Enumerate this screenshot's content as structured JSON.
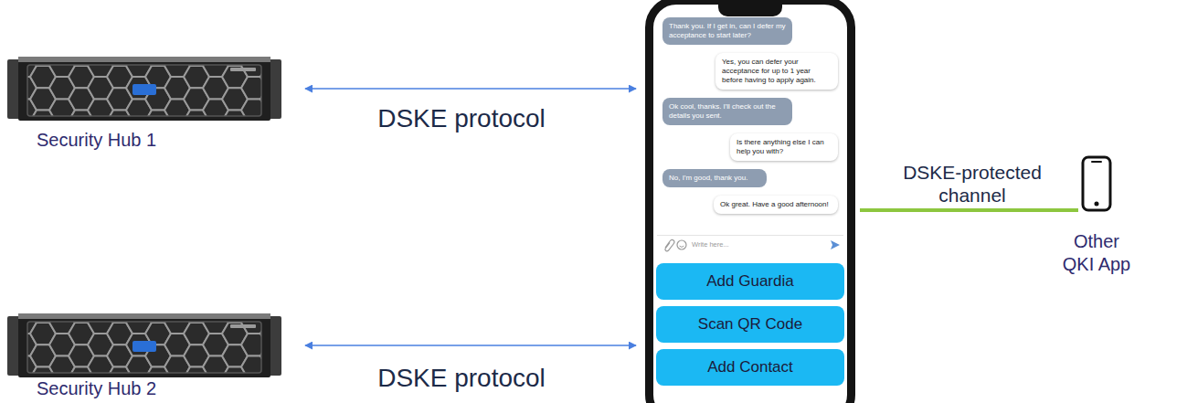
{
  "diagram": {
    "nodes": [
      {
        "text": [
          "Security Hub 1"
        ]
      },
      {
        "text": [
          "Security Hub 2"
        ]
      },
      {
        "text": []
      },
      {
        "text": [
          "Thank you. If I get in, can I defer my acceptance to start later?"
        ],
        "in": 2
      },
      {
        "text": [
          "Yes, you can defer your acceptance for up to 1 year before having to apply again."
        ],
        "in": 2
      },
      {
        "text": [
          "Ok cool, thanks. I'll check out the details you sent."
        ],
        "in": 2
      },
      {
        "text": [
          "Is there anything else I can help you with?"
        ],
        "in": 2
      },
      {
        "text": [
          "No, I'm good, thank you."
        ],
        "in": 2
      },
      {
        "text": [
          "Ok great. Have a good afternoon!"
        ],
        "in": 2
      },
      {
        "text": [
          "Write here..."
        ],
        "in": 2
      },
      {
        "text": [
          "Add Guardia"
        ],
        "in": 2
      },
      {
        "text": [
          "Scan QR Code"
        ],
        "in": 2
      },
      {
        "text": [
          "Add Contact"
        ],
        "in": 2
      },
      {
        "text": [
          "Other QKI App"
        ]
      }
    ],
    "edges": [
      {
        "from": 0,
        "to": 2,
        "arrow": "both",
        "label": "DSKE protocol"
      },
      {
        "from": 1,
        "to": 2,
        "arrow": "both",
        "label": "DSKE protocol"
      },
      {
        "from": 2,
        "to": 13,
        "arrow": "none",
        "label": "DSKE-protected channel"
      }
    ]
  }
}
